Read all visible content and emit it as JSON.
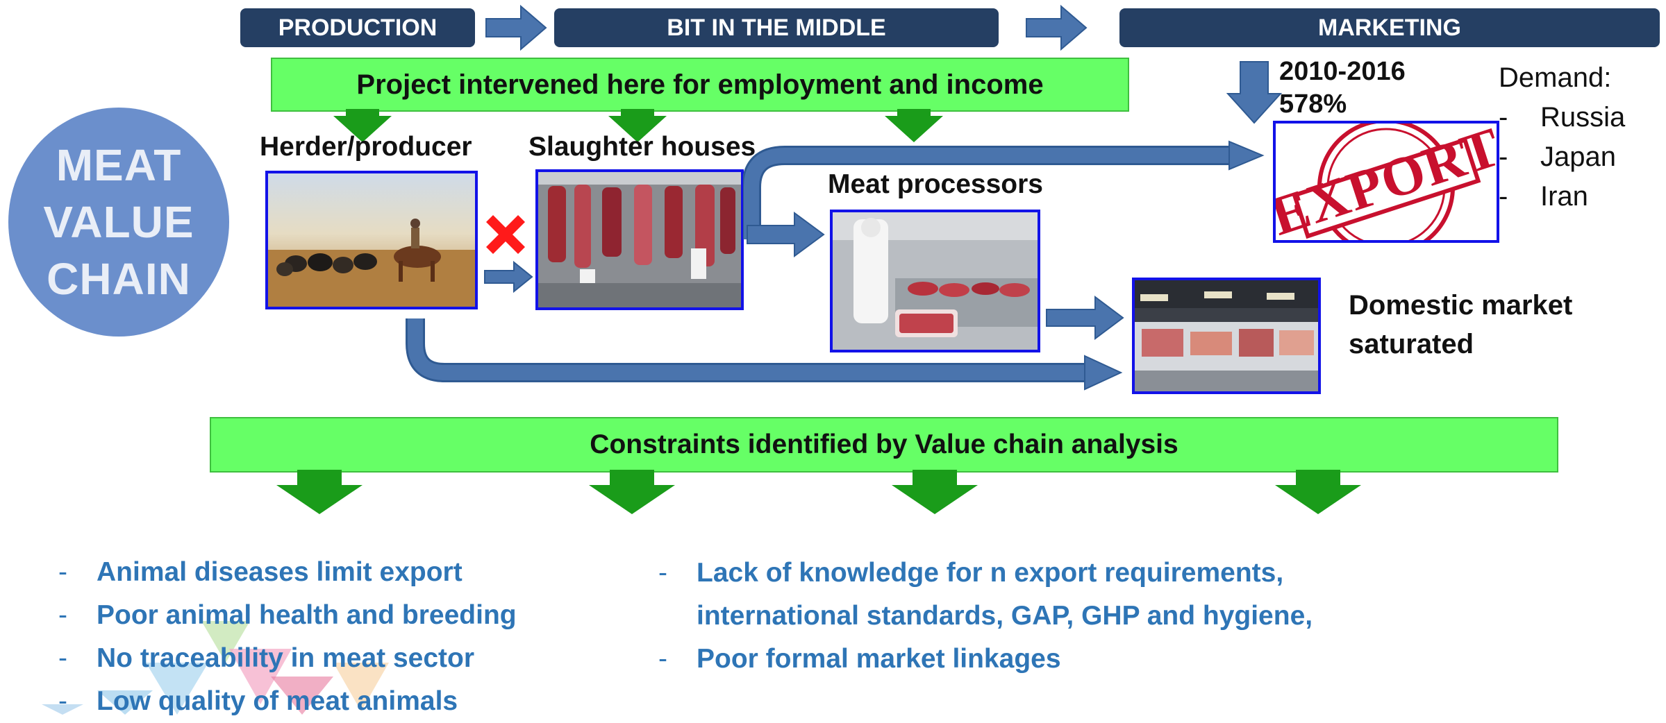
{
  "stages": {
    "production": "PRODUCTION",
    "middle": "BIT IN THE MIDDLE",
    "marketing": "MARKETING"
  },
  "project_banner": "Project intervened here for employment and income",
  "circle_title": [
    "MEAT",
    "VALUE",
    "CHAIN"
  ],
  "nodes": {
    "herder": "Herder/producer",
    "slaughter": "Slaughter houses",
    "processors": "Meat processors"
  },
  "export": {
    "period": "2010-2016",
    "growth": "578%",
    "stamp_text": "EXPORT",
    "demand_title": "Demand:",
    "demand_items": [
      "Russia",
      "Japan",
      "Iran"
    ],
    "dash": "-"
  },
  "domestic": {
    "line1": "Domestic market",
    "line2": "saturated"
  },
  "constraints_banner": "Constraints identified by Value chain analysis",
  "constraints_left": [
    "Animal diseases limit export",
    "Poor animal health and breeding",
    "No traceability in meat sector",
    "Low quality of meat animals"
  ],
  "constraints_right": [
    "Lack of knowledge for n export requirements,",
    "international standards, GAP, GHP and hygiene,",
    "Poor formal market linkages"
  ],
  "colors": {
    "stage_bg": "#253f63",
    "green_bar": "#66ff66",
    "green_arrow": "#1a9c1a",
    "blue_arrow": "#4a74ad",
    "bullet_text": "#2e75b6",
    "photo_border": "#1212e8",
    "circle": "#6b8fcc",
    "block_mark": "#ff1a1a"
  }
}
